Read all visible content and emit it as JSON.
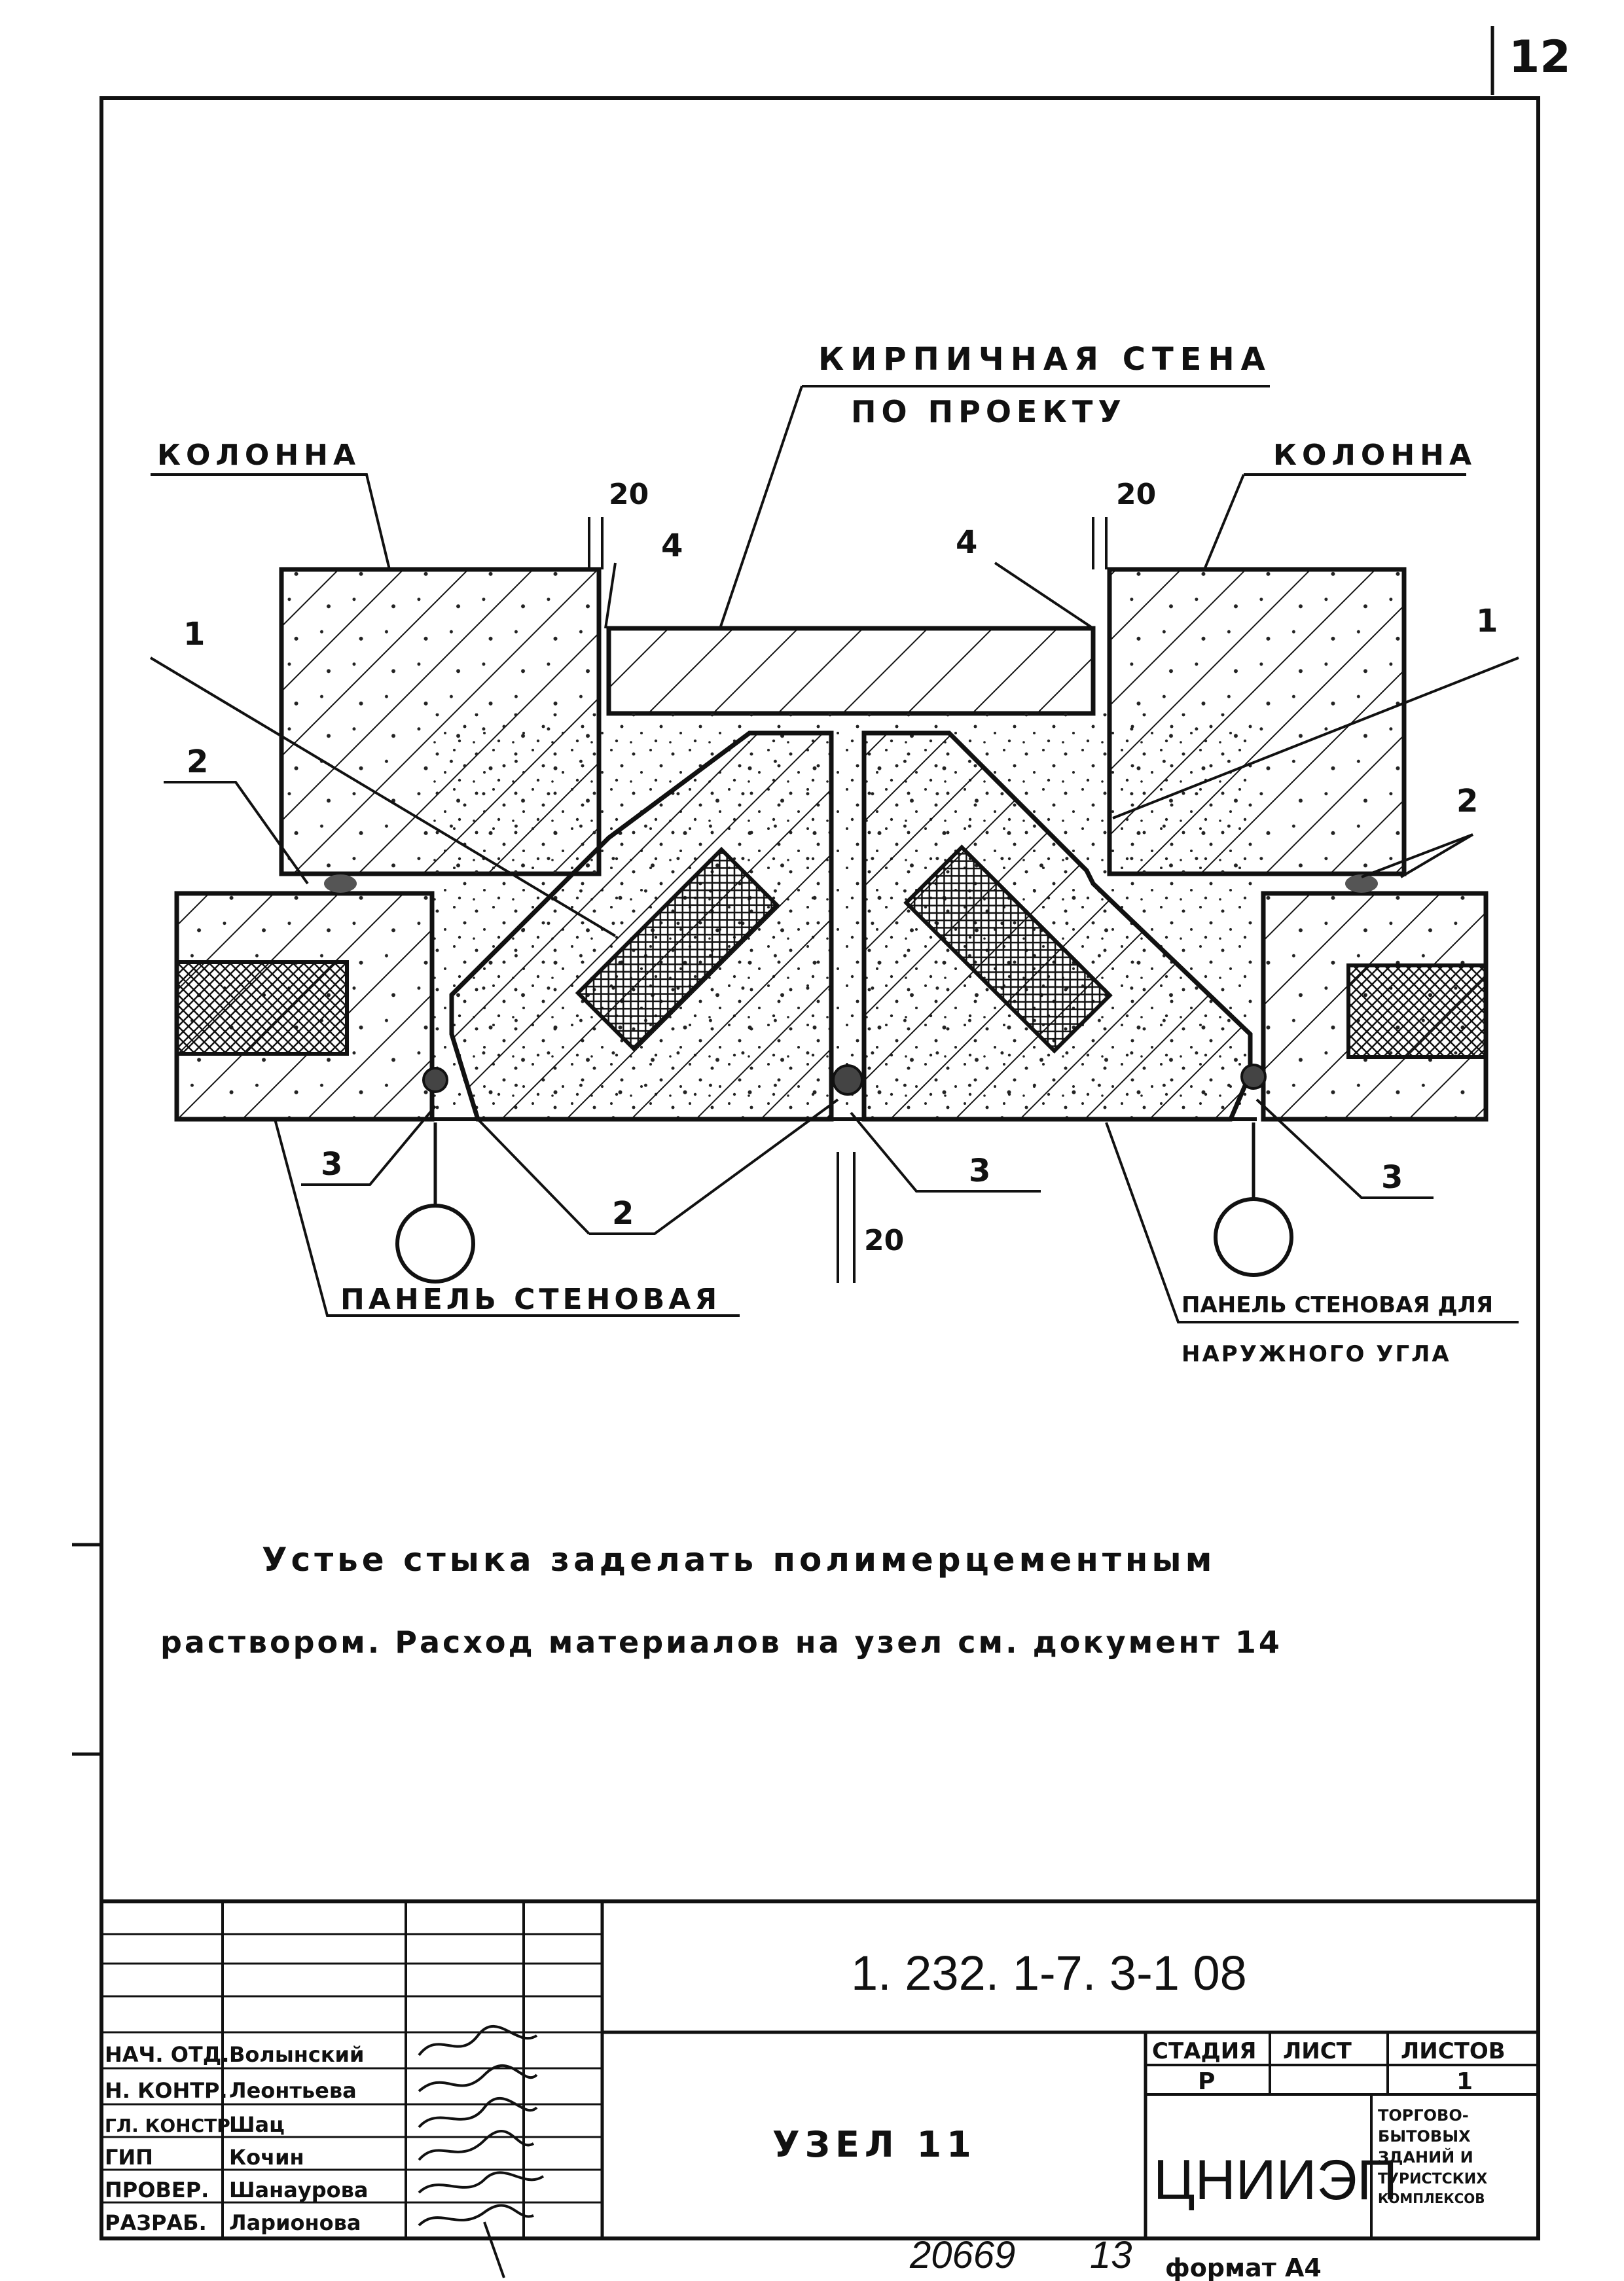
{
  "page_number": "12",
  "drawing": {
    "labels": {
      "brick_wall_line1": "КИРПИЧНАЯ СТЕНА",
      "brick_wall_line2": "ПО ПРОЕКТУ",
      "column_left": "КОЛОННА",
      "column_right": "КОЛОННА",
      "wall_panel": "ПАНЕЛЬ СТЕНОВАЯ",
      "corner_panel_line1": "ПАНЕЛЬ СТЕНОВАЯ ДЛЯ",
      "corner_panel_line2": "НАРУЖНОГО УГЛА"
    },
    "callouts": {
      "n1_left": "1",
      "n1_right": "1",
      "n2_left": "2",
      "n2_center": "2",
      "n2_right": "2",
      "n3_left": "3",
      "n3_center": "3",
      "n3_right": "3",
      "n4_left": "4",
      "n4_right": "4"
    },
    "dimensions": {
      "gap_left": "20",
      "gap_right": "20",
      "gap_bottom": "20"
    }
  },
  "note": {
    "line1": "Устье стыка заделать полимерцементным",
    "line2": "раствором. Расход материалов на узел см. документ 14"
  },
  "title_block": {
    "document_code": "1. 232. 1-7. 3-1 08",
    "title": "УЗЕЛ 11",
    "roles": [
      "НАЧ. ОТД.",
      "Н. КОНТР.",
      "ГЛ. КОНСТР.",
      "ГИП",
      "ПРОВЕР.",
      "РАЗРАБ."
    ],
    "names": [
      "Волынский",
      "Леонтьева",
      "Шац",
      "Кочин",
      "Шанаурова",
      "Ларионова"
    ],
    "stage_header": "СТАДИЯ",
    "sheet_header": "ЛИСТ",
    "sheets_header": "ЛИСТОВ",
    "stage_value": "Р",
    "sheet_value": "",
    "sheets_value": "1",
    "organization": "ЦНИИЭП",
    "org_desc": [
      "ТОРГОВО-",
      "БЫТОВЫХ",
      "ЗДАНИЙ И",
      "ТУРИСТСКИХ",
      "КОМПЛЕКСОВ"
    ]
  },
  "footer": {
    "archive_number": "20669",
    "sheet_number": "13",
    "format": "формат А4"
  }
}
